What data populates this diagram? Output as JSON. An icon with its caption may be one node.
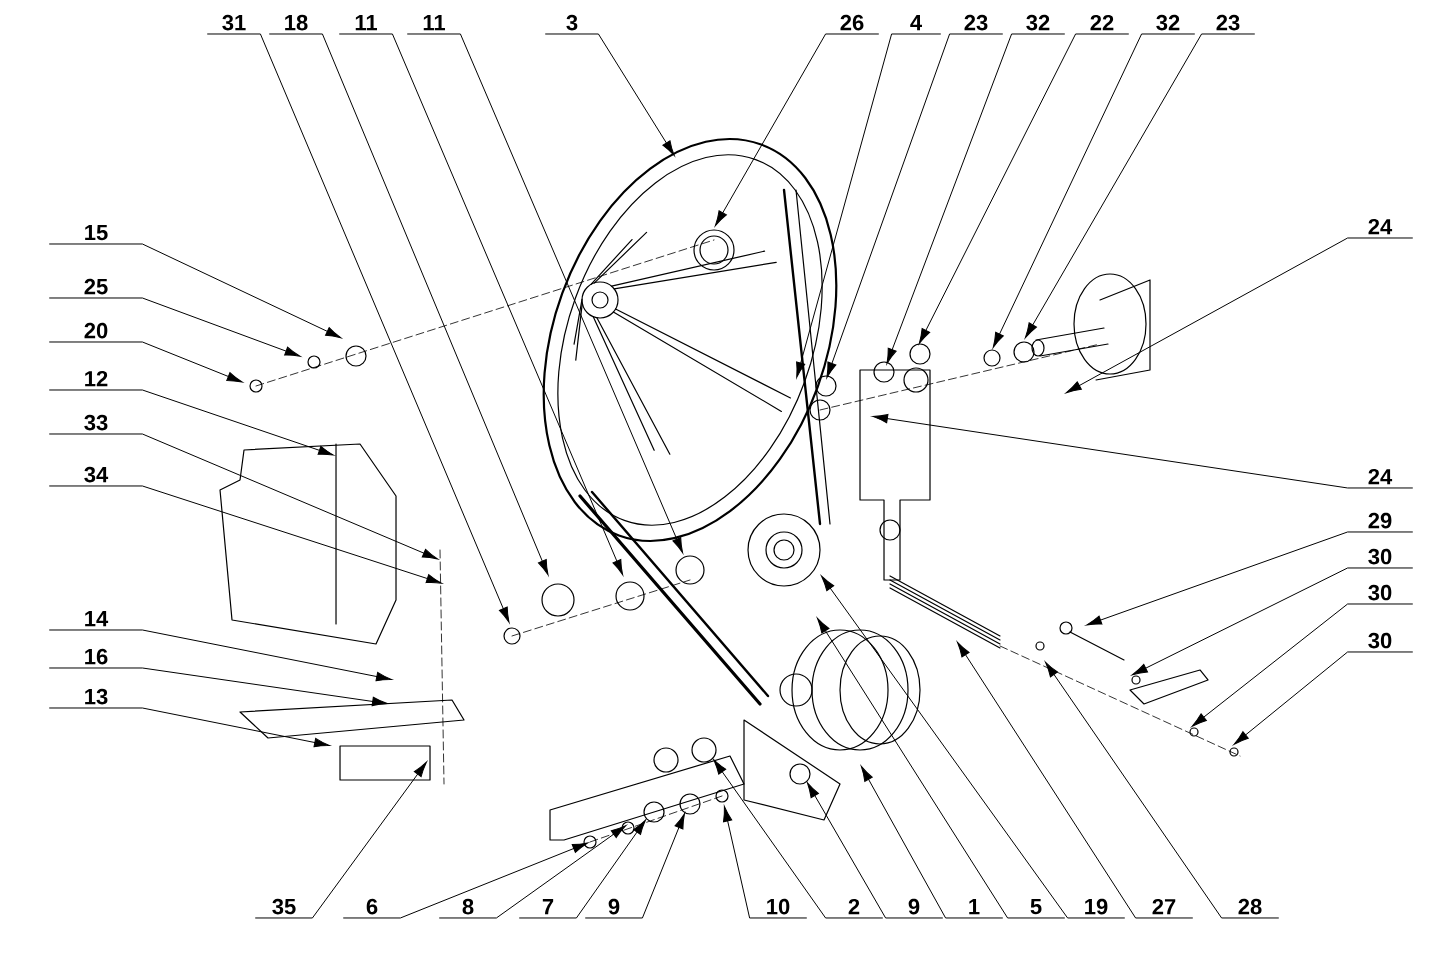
{
  "diagram": {
    "nodes": [
      {
        "text": [
          "31"
        ]
      },
      {
        "text": [
          "18"
        ]
      },
      {
        "text": [
          "11"
        ]
      },
      {
        "text": [
          "11"
        ]
      },
      {
        "text": [
          "3"
        ]
      },
      {
        "text": [
          "26"
        ]
      },
      {
        "text": [
          "4"
        ]
      },
      {
        "text": [
          "23"
        ]
      },
      {
        "text": [
          "32"
        ]
      },
      {
        "text": [
          "22"
        ]
      },
      {
        "text": [
          "32"
        ]
      },
      {
        "text": [
          "23"
        ]
      },
      {
        "text": [
          "15"
        ]
      },
      {
        "text": [
          "25"
        ]
      },
      {
        "text": [
          "20"
        ]
      },
      {
        "text": [
          "12"
        ]
      },
      {
        "text": [
          "33"
        ]
      },
      {
        "text": [
          "34"
        ]
      },
      {
        "text": [
          "14"
        ]
      },
      {
        "text": [
          "16"
        ]
      },
      {
        "text": [
          "13"
        ]
      },
      {
        "text": [
          "24"
        ]
      },
      {
        "text": [
          "24"
        ]
      },
      {
        "text": [
          "29"
        ]
      },
      {
        "text": [
          "30"
        ]
      },
      {
        "text": [
          "30"
        ]
      },
      {
        "text": [
          "30"
        ]
      },
      {
        "text": [
          "35"
        ]
      },
      {
        "text": [
          "6"
        ]
      },
      {
        "text": [
          "8"
        ]
      },
      {
        "text": [
          "7"
        ]
      },
      {
        "text": [
          "9"
        ]
      },
      {
        "text": [
          "10"
        ]
      },
      {
        "text": [
          "2"
        ]
      },
      {
        "text": [
          "9"
        ]
      },
      {
        "text": [
          "1"
        ]
      },
      {
        "text": [
          "5"
        ]
      },
      {
        "text": [
          "19"
        ]
      },
      {
        "text": [
          "27"
        ]
      },
      {
        "text": [
          "28"
        ]
      }
    ],
    "edges": [
      {
        "from": 0,
        "to": null,
        "arrow": "to"
      },
      {
        "from": 1,
        "to": null,
        "arrow": "to"
      },
      {
        "from": 2,
        "to": null,
        "arrow": "to"
      },
      {
        "from": 3,
        "to": null,
        "arrow": "to"
      },
      {
        "from": 4,
        "to": null,
        "arrow": "to"
      },
      {
        "from": 5,
        "to": null,
        "arrow": "to"
      },
      {
        "from": 6,
        "to": null,
        "arrow": "to"
      },
      {
        "from": 7,
        "to": null,
        "arrow": "to"
      },
      {
        "from": 8,
        "to": null,
        "arrow": "to"
      },
      {
        "from": 9,
        "to": null,
        "arrow": "to"
      },
      {
        "from": 10,
        "to": null,
        "arrow": "to"
      },
      {
        "from": 11,
        "to": null,
        "arrow": "to"
      },
      {
        "from": 12,
        "to": null,
        "arrow": "to"
      },
      {
        "from": 13,
        "to": null,
        "arrow": "to"
      },
      {
        "from": 14,
        "to": null,
        "arrow": "to"
      },
      {
        "from": 15,
        "to": null,
        "arrow": "to"
      },
      {
        "from": 16,
        "to": null,
        "arrow": "to"
      },
      {
        "from": 17,
        "to": null,
        "arrow": "to"
      },
      {
        "from": 18,
        "to": null,
        "arrow": "to"
      },
      {
        "from": 19,
        "to": null,
        "arrow": "to"
      },
      {
        "from": 20,
        "to": null,
        "arrow": "to"
      },
      {
        "from": 21,
        "to": null,
        "arrow": "to"
      },
      {
        "from": 22,
        "to": null,
        "arrow": "to"
      },
      {
        "from": 23,
        "to": null,
        "arrow": "to"
      },
      {
        "from": 24,
        "to": null,
        "arrow": "to"
      },
      {
        "from": 25,
        "to": null,
        "arrow": "to"
      },
      {
        "from": 26,
        "to": null,
        "arrow": "to"
      },
      {
        "from": 27,
        "to": null,
        "arrow": "to"
      },
      {
        "from": 28,
        "to": null,
        "arrow": "to"
      },
      {
        "from": 29,
        "to": null,
        "arrow": "to"
      },
      {
        "from": 30,
        "to": null,
        "arrow": "to"
      },
      {
        "from": 31,
        "to": null,
        "arrow": "to"
      },
      {
        "from": 32,
        "to": null,
        "arrow": "to"
      },
      {
        "from": 33,
        "to": null,
        "arrow": "to"
      },
      {
        "from": 34,
        "to": null,
        "arrow": "to"
      },
      {
        "from": 35,
        "to": null,
        "arrow": "to"
      },
      {
        "from": 36,
        "to": null,
        "arrow": "to"
      },
      {
        "from": 37,
        "to": null,
        "arrow": "to"
      },
      {
        "from": 38,
        "to": null,
        "arrow": "to"
      },
      {
        "from": 39,
        "to": null,
        "arrow": "to"
      }
    ]
  }
}
